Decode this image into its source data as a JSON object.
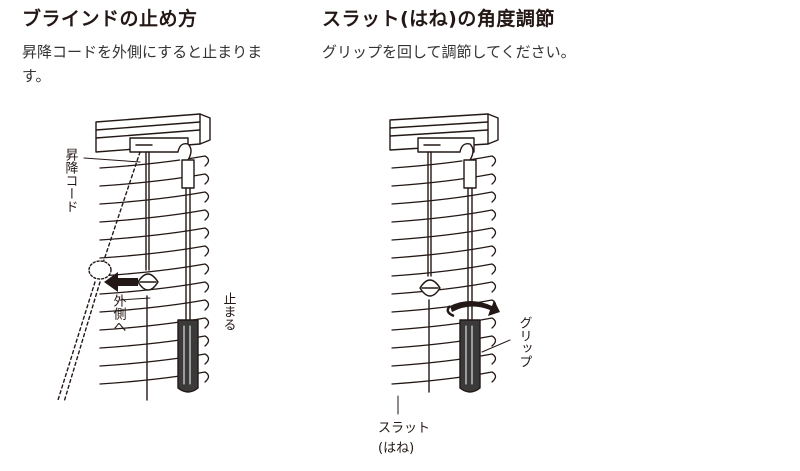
{
  "left": {
    "title": "ブラインドの止め方",
    "description": "昇降コードを外側にすると止まります。",
    "label_cord": "昇降コード",
    "label_outside": "外側へ",
    "label_stop": "止まる"
  },
  "right": {
    "title": "スラット(はね)の角度調節",
    "description": "グリップを回して調節してください。",
    "label_grip": "グリップ",
    "label_slat_1": "スラット",
    "label_slat_2": "(はね)"
  }
}
